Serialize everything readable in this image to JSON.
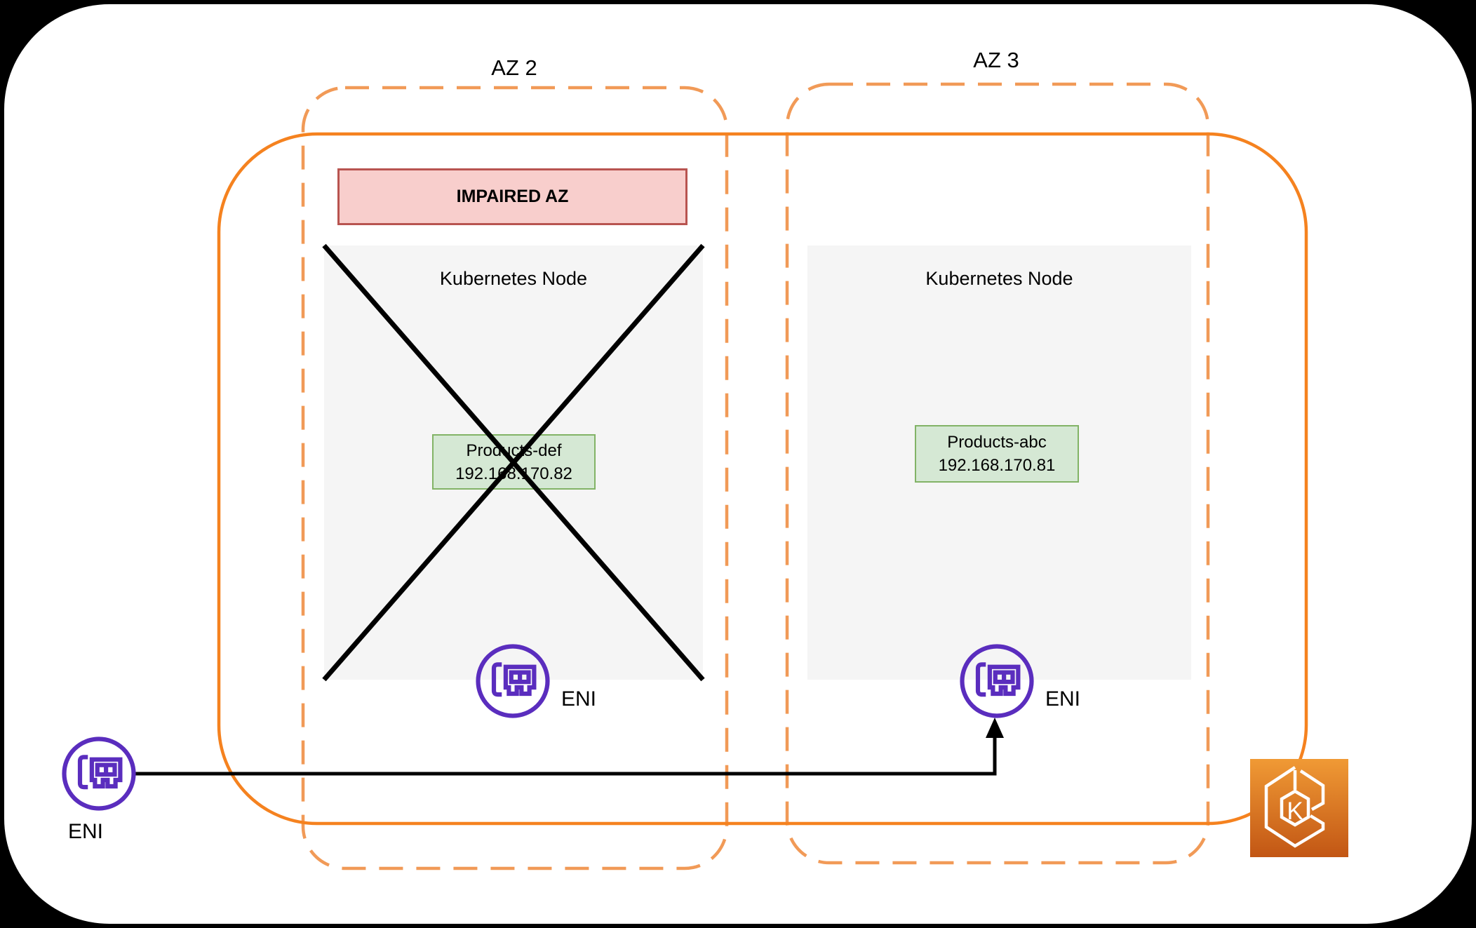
{
  "zones": [
    {
      "label": "AZ 2",
      "banner": "IMPAIRED AZ",
      "node_title": "Kubernetes Node",
      "pod_name": "Products-def",
      "pod_ip": "192.168.170.82",
      "eni_label": "ENI"
    },
    {
      "label": "AZ 3",
      "node_title": "Kubernetes Node",
      "pod_name": "Products-abc",
      "pod_ip": "192.168.170.81",
      "eni_label": "ENI"
    }
  ],
  "external_eni_label": "ENI",
  "eks": {
    "letter": "K"
  },
  "colors": {
    "background": "#000000",
    "canvas": "#FFFFFF",
    "az_dashed_border": "#F19A57",
    "cluster_border": "#F5821F",
    "impaired_banner_fill": "#F8CECC",
    "impaired_banner_border": "#B85450",
    "node_fill": "#F5F5F5",
    "pod_fill": "#D5E8D4",
    "pod_border": "#82B366",
    "eni_purple": "#5A2DBE",
    "line_black": "#000000",
    "eks_gradient_top": "#F09A35",
    "eks_gradient_bottom": "#C25614"
  }
}
